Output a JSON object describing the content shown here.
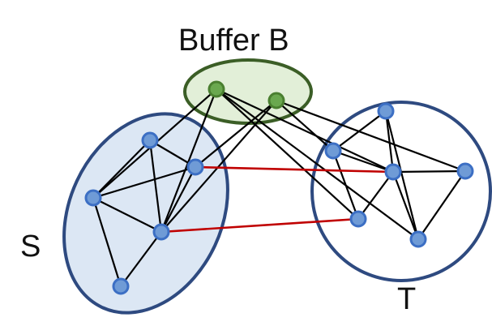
{
  "labels": {
    "buffer": "Buffer B",
    "source": "S",
    "target": "T"
  },
  "colors": {
    "set_fill": "#dce7f4",
    "set_stroke": "#2e4a80",
    "buffer_fill": "#e2efd8",
    "buffer_stroke": "#3b5e26",
    "node_fill": "#6f9bd6",
    "node_stroke": "#3c6fc4",
    "buffer_node_fill": "#6aa84f",
    "buffer_node_stroke": "#4a7f30",
    "edge": "#000000",
    "cut_edge": "#c00000"
  },
  "nodes": [
    {
      "id": "b1",
      "group": "buffer"
    },
    {
      "id": "b2",
      "group": "buffer"
    },
    {
      "id": "s1",
      "group": "S"
    },
    {
      "id": "s2",
      "group": "S"
    },
    {
      "id": "s3",
      "group": "S"
    },
    {
      "id": "s4",
      "group": "S"
    },
    {
      "id": "s5",
      "group": "S"
    },
    {
      "id": "t1",
      "group": "T"
    },
    {
      "id": "t2",
      "group": "T"
    },
    {
      "id": "t3",
      "group": "T"
    },
    {
      "id": "t4",
      "group": "T"
    },
    {
      "id": "t5",
      "group": "T"
    },
    {
      "id": "t6",
      "group": "T"
    }
  ],
  "edges": [
    [
      "b1",
      "s2"
    ],
    [
      "b1",
      "s4"
    ],
    [
      "b1",
      "t3"
    ],
    [
      "b1",
      "t5"
    ],
    [
      "b1",
      "t6"
    ],
    [
      "b2",
      "s4"
    ],
    [
      "b2",
      "s3"
    ],
    [
      "b2",
      "t2"
    ],
    [
      "b2",
      "t4"
    ],
    [
      "s1",
      "s2"
    ],
    [
      "s1",
      "s3"
    ],
    [
      "s1",
      "s4"
    ],
    [
      "s2",
      "s3"
    ],
    [
      "s2",
      "s5"
    ],
    [
      "s2",
      "s4"
    ],
    [
      "s3",
      "s4"
    ],
    [
      "s4",
      "s5"
    ],
    [
      "t1",
      "t2"
    ],
    [
      "t1",
      "t3"
    ],
    [
      "t1",
      "t6"
    ],
    [
      "t2",
      "t3"
    ],
    [
      "t2",
      "t5"
    ],
    [
      "t3",
      "t4"
    ],
    [
      "t3",
      "t5"
    ],
    [
      "t3",
      "t6"
    ],
    [
      "t4",
      "t6"
    ]
  ],
  "cut_edges": [
    [
      "s3",
      "t3"
    ],
    [
      "s4",
      "t5"
    ]
  ]
}
